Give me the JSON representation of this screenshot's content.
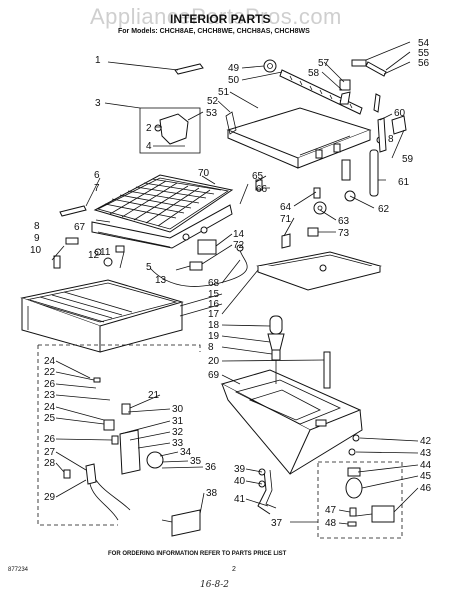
{
  "watermark": "AppliancePartsPros.com",
  "title": "INTERIOR PARTS",
  "models": "For Models: CHCH8AE, CHCH8WE, CHCH8AS, CHCH8WS",
  "footer": "FOR ORDERING INFORMATION REFER TO PARTS PRICE LIST",
  "doc_code": "877234",
  "page_number": "2",
  "handwritten": "16-8-2",
  "callouts": [
    "1",
    "2",
    "3",
    "4",
    "5",
    "6",
    "7",
    "8",
    "9",
    "10",
    "11",
    "12",
    "13",
    "14",
    "15",
    "16",
    "17",
    "18",
    "19",
    "20",
    "21",
    "22",
    "23",
    "24",
    "25",
    "26",
    "27",
    "28",
    "29",
    "30",
    "31",
    "32",
    "33",
    "34",
    "35",
    "36",
    "37",
    "38",
    "39",
    "40",
    "41",
    "42",
    "43",
    "44",
    "45",
    "46",
    "47",
    "48",
    "49",
    "50",
    "51",
    "52",
    "53",
    "54",
    "55",
    "56",
    "57",
    "58",
    "59",
    "60",
    "61",
    "62",
    "63",
    "64",
    "65",
    "66",
    "67",
    "68",
    "69",
    "70",
    "71",
    "72",
    "73"
  ]
}
